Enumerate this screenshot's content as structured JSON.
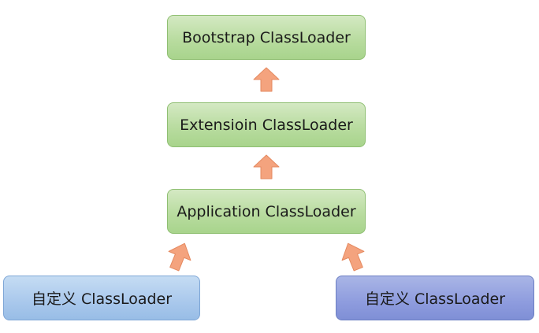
{
  "nodes": {
    "bootstrap": "Bootstrap ClassLoader",
    "extension": "Extensioin ClassLoader",
    "application": "Application ClassLoader",
    "custom_left": "自定义 ClassLoader",
    "custom_right": "自定义 ClassLoader"
  },
  "colors": {
    "arrow_fill": "#f4a37e",
    "arrow_stroke": "#e58a60",
    "green_box": "#b9dca0",
    "light_blue_box": "#a9c8ec",
    "dark_blue_box": "#8e9cde"
  }
}
